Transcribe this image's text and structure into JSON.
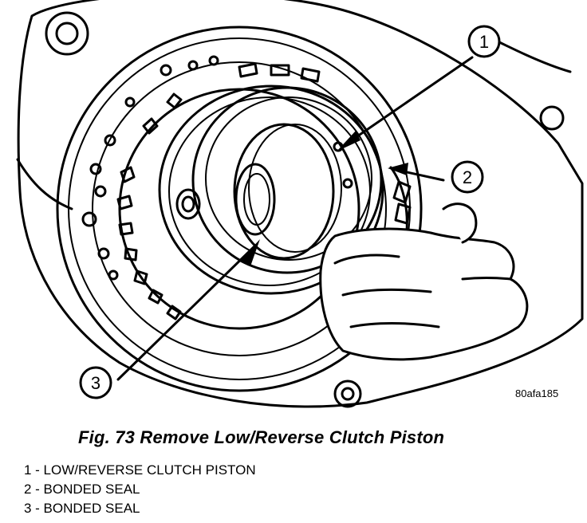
{
  "figure": {
    "id": "80afa185",
    "callouts": [
      {
        "number": "1"
      },
      {
        "number": "2"
      },
      {
        "number": "3"
      }
    ]
  },
  "caption": "Fig. 73 Remove Low/Reverse Clutch Piston",
  "legend": [
    {
      "text": "1 - LOW/REVERSE CLUTCH PISTON"
    },
    {
      "text": "2 - BONDED SEAL"
    },
    {
      "text": "3 - BONDED SEAL"
    }
  ]
}
